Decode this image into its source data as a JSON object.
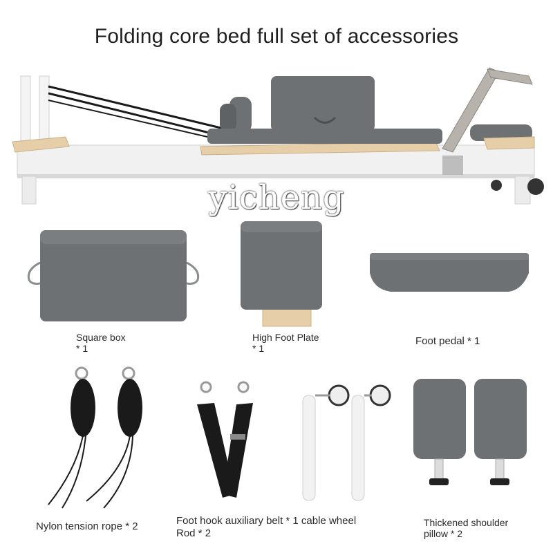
{
  "title": "Folding core bed full set of accessories",
  "watermark": "yicheng",
  "items": {
    "square_box": {
      "name": "Square box",
      "qty": "* 1"
    },
    "high_foot_plate": {
      "name": "High Foot Plate",
      "qty": "* 1"
    },
    "foot_pedal": {
      "label": "Foot pedal * 1"
    },
    "nylon_rope": {
      "label": "Nylon tension rope * 2"
    },
    "foot_hook": {
      "line1": "Foot hook auxiliary belt * 1 cable wheel",
      "line2": "Rod * 2"
    },
    "shoulder_pillow": {
      "line1": "Thickened shoulder",
      "line2": "pillow * 2"
    }
  },
  "colors": {
    "upholstery": "#6e7174",
    "frame": "#f2f2f2",
    "wood": "#e6cfa8",
    "strap": "#1a1a1a"
  }
}
